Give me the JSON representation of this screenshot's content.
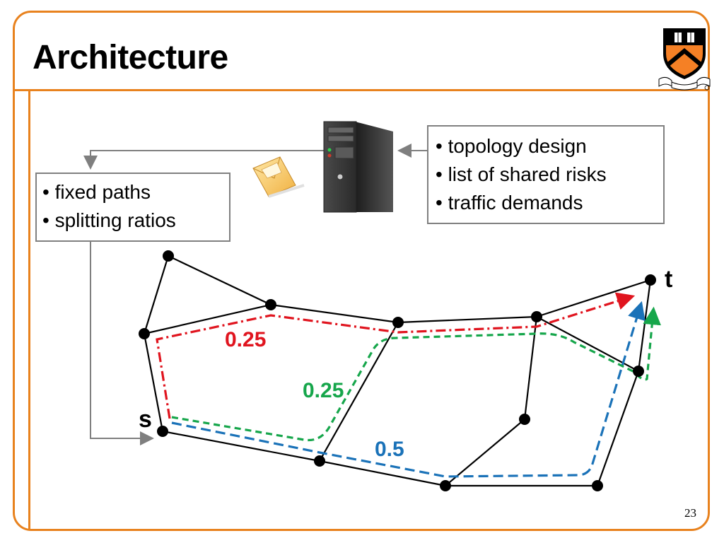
{
  "slide": {
    "title": "Architecture",
    "page_number": "23"
  },
  "inputs_box": {
    "items": [
      "• topology design",
      "• list of shared risks",
      "• traffic demands"
    ]
  },
  "outputs_box": {
    "items": [
      "• fixed paths",
      "• splitting ratios"
    ]
  },
  "network": {
    "source_label": "s",
    "target_label": "t",
    "paths": [
      {
        "label": "0.25",
        "color": "#e0141e",
        "style": "dash-dot"
      },
      {
        "label": "0.25",
        "color": "#16a64b",
        "style": "dashed"
      },
      {
        "label": "0.5",
        "color": "#1a72b8",
        "style": "dashed"
      }
    ]
  },
  "icons": {
    "server": "server-tower-icon",
    "envelope": "envelope-icon",
    "logo": "university-shield-logo"
  },
  "colors": {
    "accent": "#e8821e",
    "red_path": "#e0141e",
    "green_path": "#16a64b",
    "blue_path": "#1a72b8"
  }
}
